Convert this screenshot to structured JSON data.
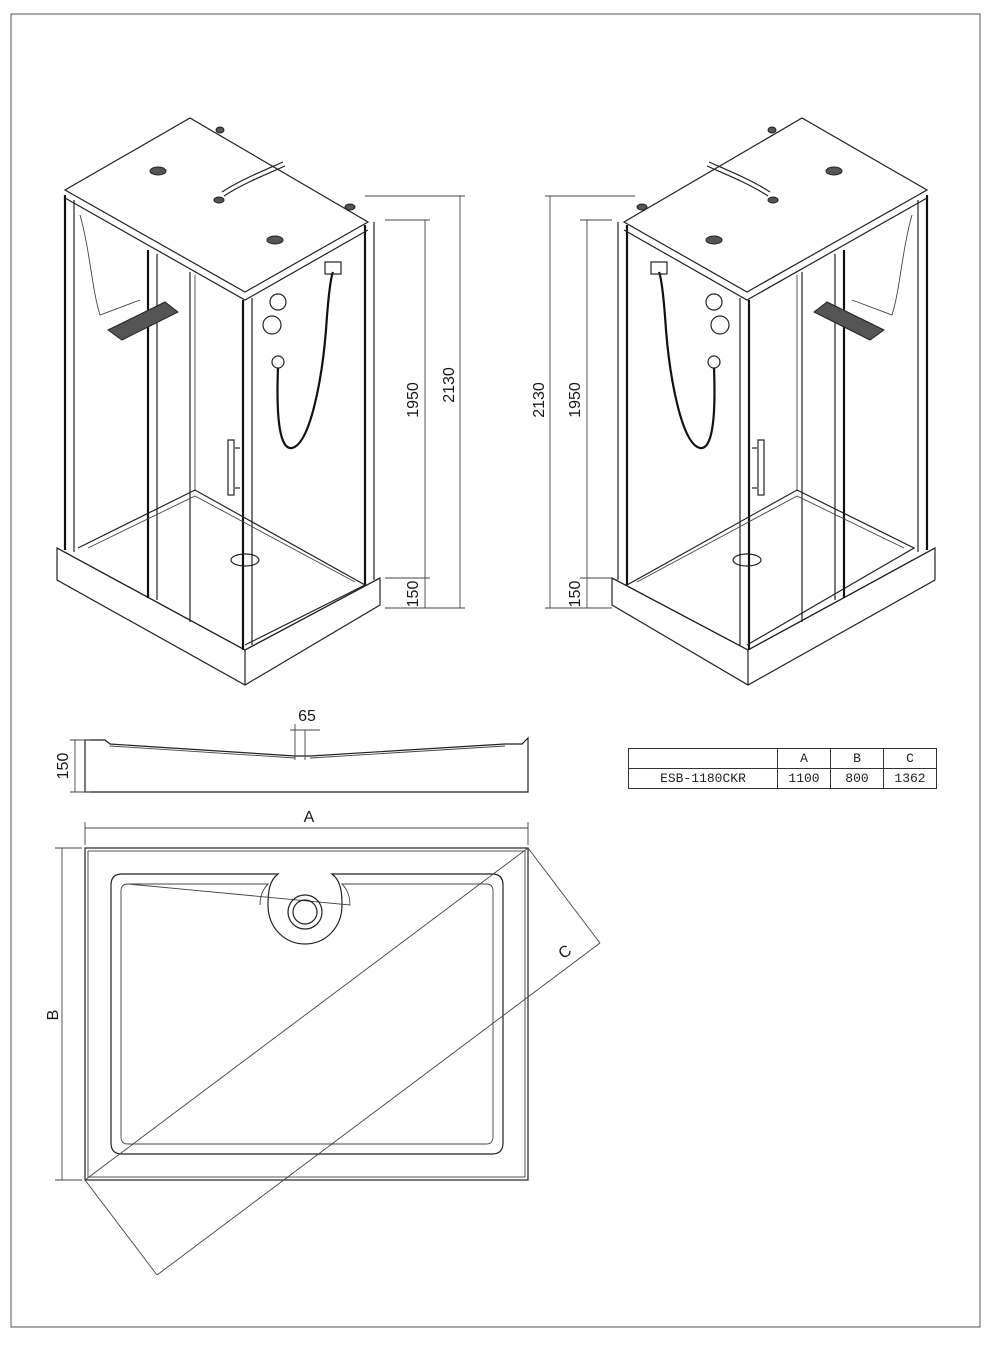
{
  "views": {
    "left_cabin": {
      "dim_total": "2130",
      "dim_door": "1950",
      "dim_base": "150"
    },
    "right_cabin": {
      "dim_total": "2130",
      "dim_door": "1950",
      "dim_base": "150"
    }
  },
  "tray_side_view": {
    "dim_height": "150",
    "dim_offset": "65",
    "label_width": "A"
  },
  "tray_plan_view": {
    "label_height": "B",
    "label_diagonal": "C"
  },
  "spec_table": {
    "headers": [
      "",
      "A",
      "B",
      "C"
    ],
    "rows": [
      {
        "model": "ESB-1180CKR",
        "A": "1100",
        "B": "800",
        "C": "1362"
      }
    ]
  }
}
